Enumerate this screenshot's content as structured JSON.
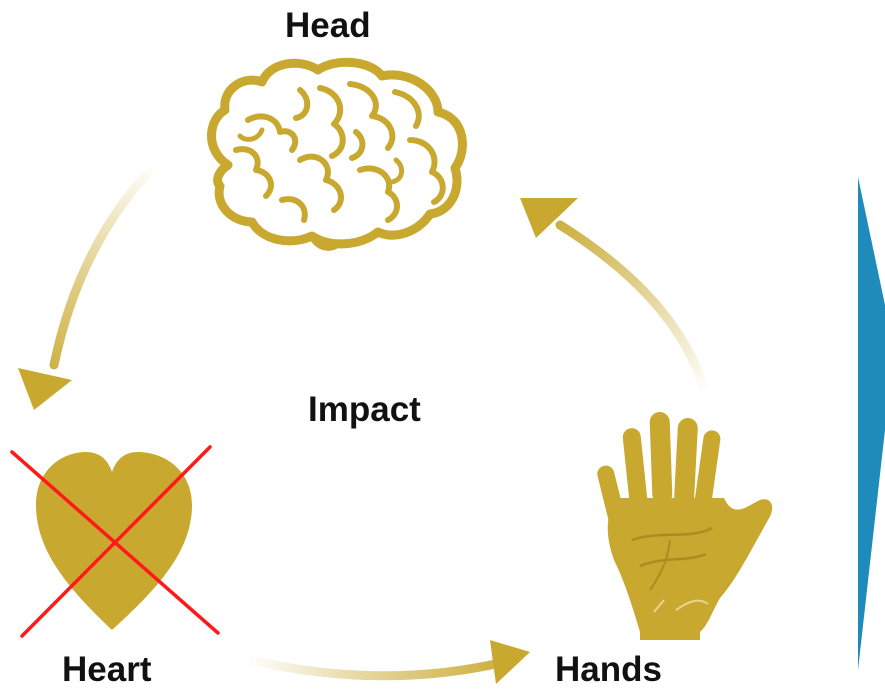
{
  "labels": {
    "head": "Head",
    "impact": "Impact",
    "heart": "Heart",
    "hands": "Hands"
  },
  "icons": {
    "head": "brain-icon",
    "heart": "heart-icon",
    "heart_mark": "red-x-mark",
    "hands": "hand-icon"
  },
  "colors": {
    "gold": "#c8a82e",
    "gold_dark": "#b39425",
    "cross": "#ff1a1a",
    "blue_arrow": "#1f8bbb",
    "text": "#111111"
  }
}
